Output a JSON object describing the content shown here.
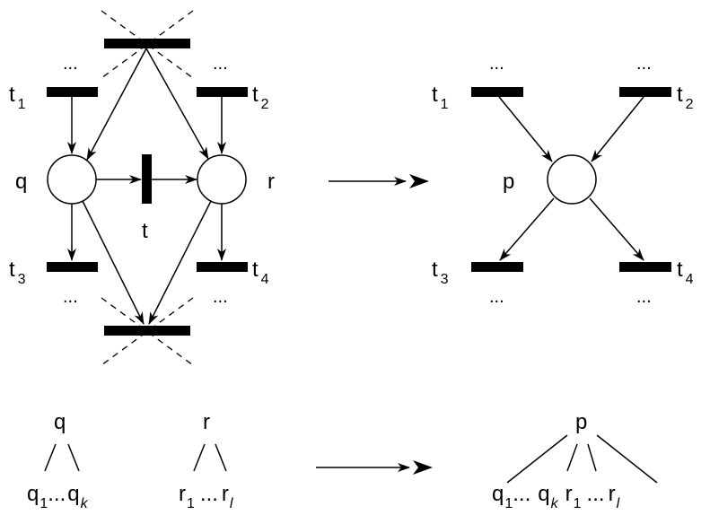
{
  "left_net": {
    "place_q": "q",
    "place_r": "r",
    "transition_t": "t",
    "t1": {
      "base": "t",
      "sub": "1"
    },
    "t2": {
      "base": "t",
      "sub": "2"
    },
    "t3": {
      "base": "t",
      "sub": "3"
    },
    "t4": {
      "base": "t",
      "sub": "4"
    },
    "ellipsis": "..."
  },
  "right_net": {
    "place_p": "p",
    "t1": {
      "base": "t",
      "sub": "1"
    },
    "t2": {
      "base": "t",
      "sub": "2"
    },
    "t3": {
      "base": "t",
      "sub": "3"
    },
    "t4": {
      "base": "t",
      "sub": "4"
    },
    "ellipsis": "..."
  },
  "tree_left": {
    "q_root": "q",
    "q_child_first": {
      "base": "q",
      "sub": "1"
    },
    "q_child_last": {
      "base": "q",
      "sub": "k"
    },
    "r_root": "r",
    "r_child_first": {
      "base": "r",
      "sub": "1"
    },
    "r_child_last": {
      "base": "r",
      "sub": "l"
    },
    "ellipsis": "..."
  },
  "tree_right": {
    "p_root": "p",
    "q_first": {
      "base": "q",
      "sub": "1"
    },
    "q_last": {
      "base": "q",
      "sub": "k"
    },
    "r_first": {
      "base": "r",
      "sub": "1"
    },
    "r_last": {
      "base": "r",
      "sub": "l"
    },
    "ellipsis": "..."
  }
}
